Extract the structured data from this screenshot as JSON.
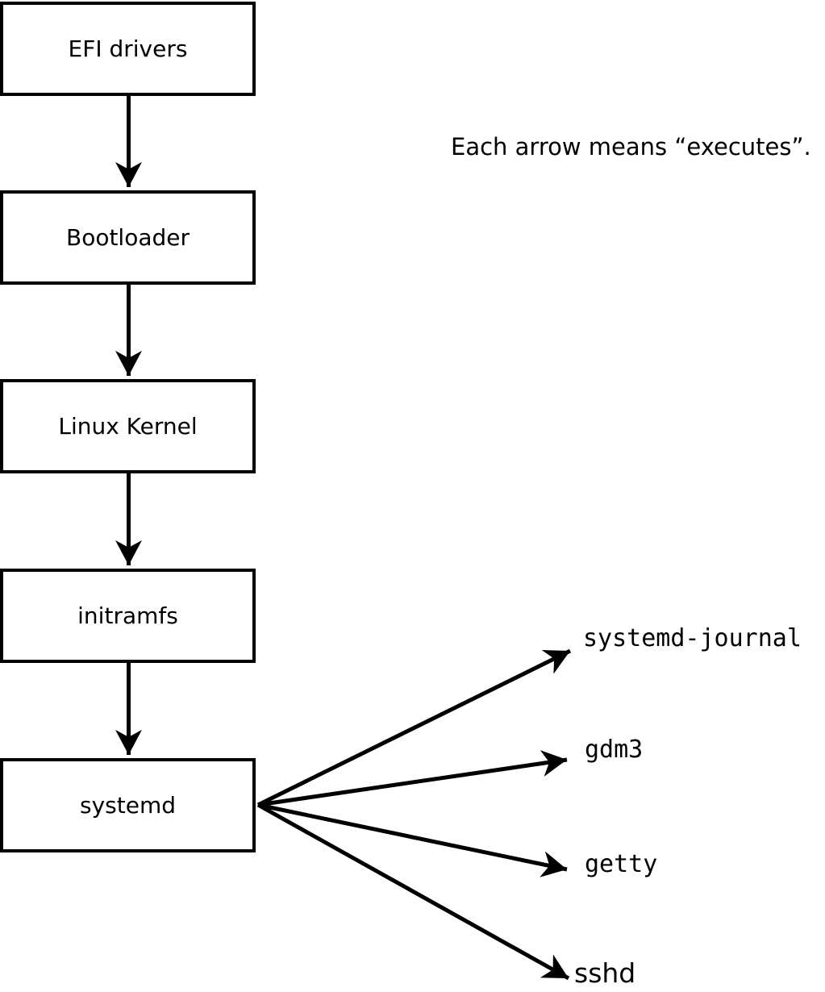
{
  "colors": {
    "line": "#000000",
    "box_fill": "#ffffff",
    "background": "#ffffff"
  },
  "note": {
    "text": "Each arrow means “executes”."
  },
  "chain": {
    "boxes": [
      {
        "label": "EFI drivers"
      },
      {
        "label": "Bootloader"
      },
      {
        "label": "Linux Kernel"
      },
      {
        "label": "initramfs"
      },
      {
        "label": "systemd"
      }
    ]
  },
  "spawned": {
    "processes": [
      {
        "label": "systemd-journal"
      },
      {
        "label": "gdm3"
      },
      {
        "label": "getty"
      },
      {
        "label": "sshd"
      }
    ]
  }
}
